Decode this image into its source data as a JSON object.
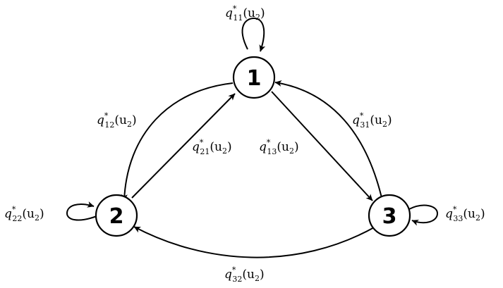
{
  "diagram": {
    "nodes": [
      {
        "id": "n1",
        "label": "1"
      },
      {
        "id": "n2",
        "label": "2"
      },
      {
        "id": "n3",
        "label": "3"
      }
    ],
    "edges": [
      {
        "id": "e11",
        "from": "1",
        "to": "1",
        "symbol": "q",
        "sup": "*",
        "sub": "11",
        "arg": "(u",
        "arg_sub": "2",
        "arg_end": ")"
      },
      {
        "id": "e12",
        "from": "1",
        "to": "2",
        "symbol": "q",
        "sup": "*",
        "sub": "12",
        "arg": "(u",
        "arg_sub": "2",
        "arg_end": ")"
      },
      {
        "id": "e21",
        "from": "2",
        "to": "1",
        "symbol": "q",
        "sup": "*",
        "sub": "21",
        "arg": "(u",
        "arg_sub": "2",
        "arg_end": ")"
      },
      {
        "id": "e13",
        "from": "1",
        "to": "3",
        "symbol": "q",
        "sup": "*",
        "sub": "13",
        "arg": "(u",
        "arg_sub": "2",
        "arg_end": ")"
      },
      {
        "id": "e31",
        "from": "3",
        "to": "1",
        "symbol": "q",
        "sup": "*",
        "sub": "31",
        "arg": "(u",
        "arg_sub": "2",
        "arg_end": ")"
      },
      {
        "id": "e22",
        "from": "2",
        "to": "2",
        "symbol": "q",
        "sup": "*",
        "sub": "22",
        "arg": "(u",
        "arg_sub": "2",
        "arg_end": ")"
      },
      {
        "id": "e33",
        "from": "3",
        "to": "3",
        "symbol": "q",
        "sup": "*",
        "sub": "33",
        "arg": "(u",
        "arg_sub": "2",
        "arg_end": ")"
      },
      {
        "id": "e32",
        "from": "3",
        "to": "2",
        "symbol": "q",
        "sup": "*",
        "sub": "32",
        "arg": "(u",
        "arg_sub": "2",
        "arg_end": ")"
      }
    ]
  }
}
